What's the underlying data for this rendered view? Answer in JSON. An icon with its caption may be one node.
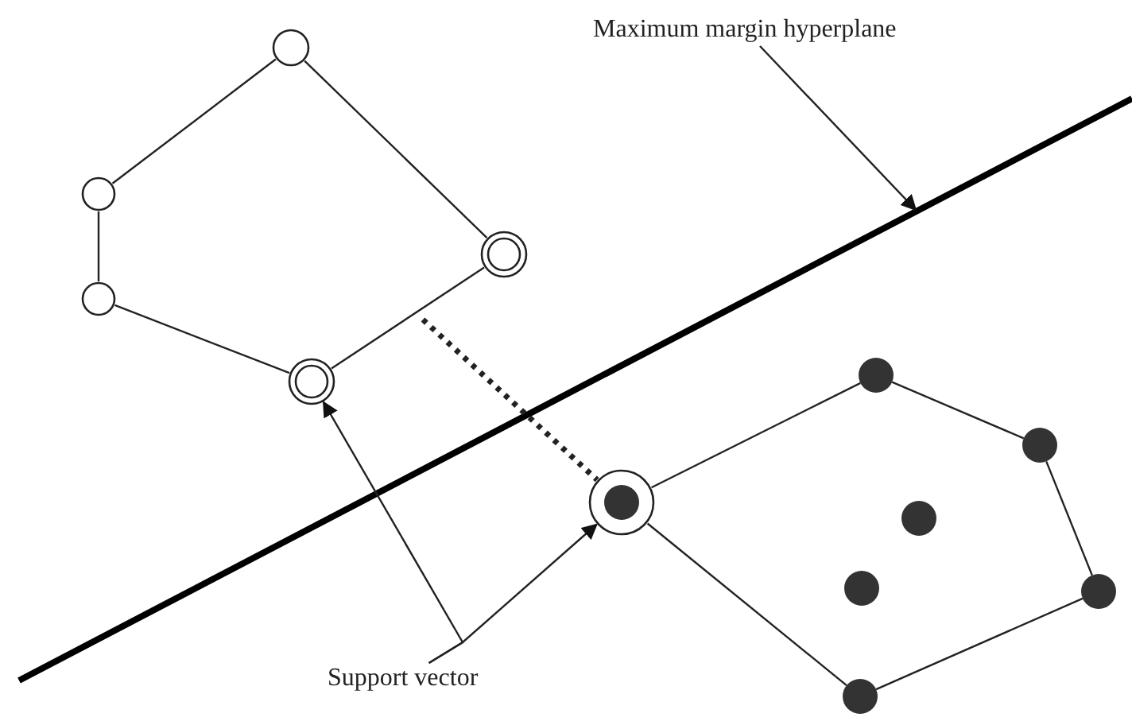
{
  "diagram": {
    "nodes": [
      {
        "text": [],
        "shape": "circle"
      },
      {
        "text": [
          "Maximum margin hyperplane"
        ]
      },
      {
        "text": [],
        "shape": "circle"
      },
      {
        "text": [],
        "shape": "circle"
      },
      {
        "text": [],
        "shape": "circle"
      },
      {
        "text": [],
        "shape": "dot"
      },
      {
        "text": [],
        "shape": "circle"
      },
      {
        "text": [],
        "shape": "dot"
      },
      {
        "text": [],
        "shape": "dot"
      },
      {
        "text": [],
        "shape": "dot"
      },
      {
        "text": [],
        "shape": "dot"
      },
      {
        "text": [],
        "shape": "dot"
      },
      {
        "text": [
          "Support vector"
        ]
      },
      {
        "text": [],
        "shape": "dot"
      }
    ],
    "edges": [
      {
        "from": 0,
        "to": 3,
        "arrow": "none"
      },
      {
        "from": 0,
        "to": 2,
        "arrow": "none"
      },
      {
        "from": 2,
        "to": 4,
        "arrow": "none"
      },
      {
        "from": 4,
        "to": 6,
        "arrow": "none"
      },
      {
        "from": 6,
        "to": 3,
        "arrow": "none"
      },
      {
        "from": 1,
        "to": null,
        "arrow": "to"
      },
      {
        "from": null,
        "to": 8,
        "arrow": "none",
        "style": "dashed"
      },
      {
        "from": 8,
        "to": 5,
        "arrow": "none"
      },
      {
        "from": 5,
        "to": 7,
        "arrow": "none"
      },
      {
        "from": 7,
        "to": 11,
        "arrow": "none"
      },
      {
        "from": 11,
        "to": 13,
        "arrow": "none"
      },
      {
        "from": 13,
        "to": 8,
        "arrow": "none"
      },
      {
        "from": 12,
        "to": 6,
        "arrow": "to"
      },
      {
        "from": 12,
        "to": 8,
        "arrow": "to"
      }
    ]
  }
}
